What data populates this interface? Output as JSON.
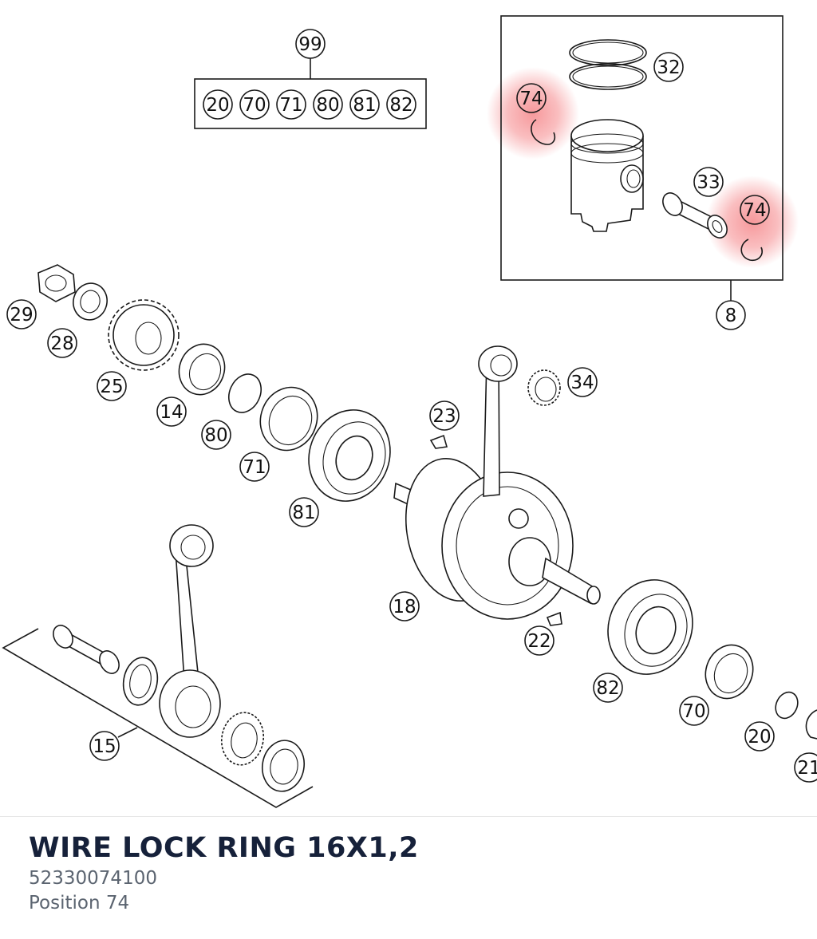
{
  "part": {
    "name": "WIRE LOCK RING 16X1,2",
    "number": "52330074100",
    "position": "Position 74"
  },
  "diagram": {
    "highlight_color": "#f0454a",
    "callouts": [
      "99",
      "20",
      "70",
      "71",
      "80",
      "81",
      "82",
      "32",
      "74",
      "33",
      "74",
      "8",
      "29",
      "28",
      "25",
      "14",
      "80",
      "71",
      "81",
      "23",
      "34",
      "18",
      "22",
      "82",
      "70",
      "20",
      "21",
      "15"
    ]
  }
}
